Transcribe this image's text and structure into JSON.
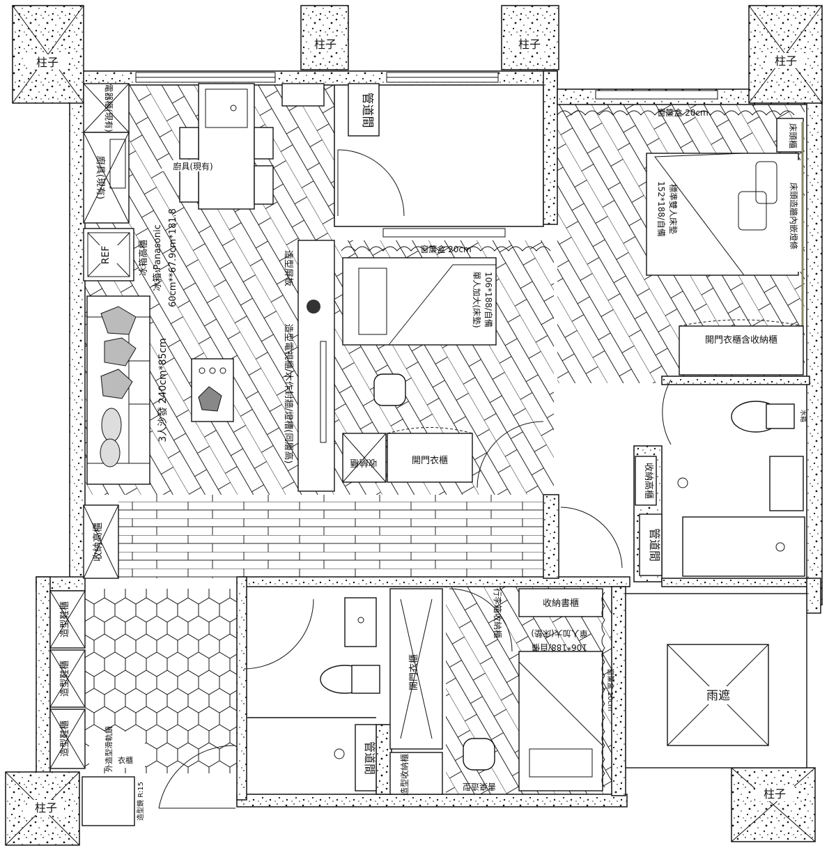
{
  "labels": {
    "column": "柱子",
    "shaft": "管道間",
    "curtain_box": "窗簾盒 20cm",
    "curtain_box_10": "窗簾盒 10cm",
    "rain_cover": "雨遮",
    "kitchen_existing": "廚具(現有)",
    "appliance_cabinet": "電器櫃(現有)",
    "kitchen_equip": "廚具(現有)",
    "ref": "REF",
    "fridge_tall_cabinet": "冰箱高櫃",
    "fridge_model": "冰箱:Panasonic",
    "fridge_size": "60cm**67.9cm*181.8",
    "shaped_screen": "造型屏板",
    "sofa": "3人沙發 240cm*85cm",
    "tv_wall": "造型電視櫃/木作封牆/燈槽(同層高)",
    "storage_tall": "收納高櫃",
    "shoe_cabinet": "造型鞋櫃",
    "coat_cabinet": "外造型滑軌鏡",
    "coat_cabinet2": "衣櫃",
    "shape_mirror": "造型鏡 R:15",
    "single_bed_1": "單人加大(床墊)",
    "single_bed_1_size": "106*188/自備",
    "swing_wardrobe": "開門衣櫃",
    "storage_cabinet": "收納櫃",
    "double_bed": "標準雙人床墊",
    "double_bed_size": "152*188/自備",
    "headboard": "床頭櫃",
    "headboard_wall": "床頭造牆內嵌燈條",
    "wardrobe_storage": "開門衣櫃含收納櫃",
    "bookcase": "收納書櫃",
    "single_bed_2": "單人加大(床墊)",
    "single_bed_2_size": "106*188/自備",
    "desk": "書桌造型",
    "luggage": "行李箱收納櫃",
    "shaped_storage": "造型收納櫃",
    "storage_tall_2": "收納高櫃",
    "water_heater": "水箱"
  }
}
